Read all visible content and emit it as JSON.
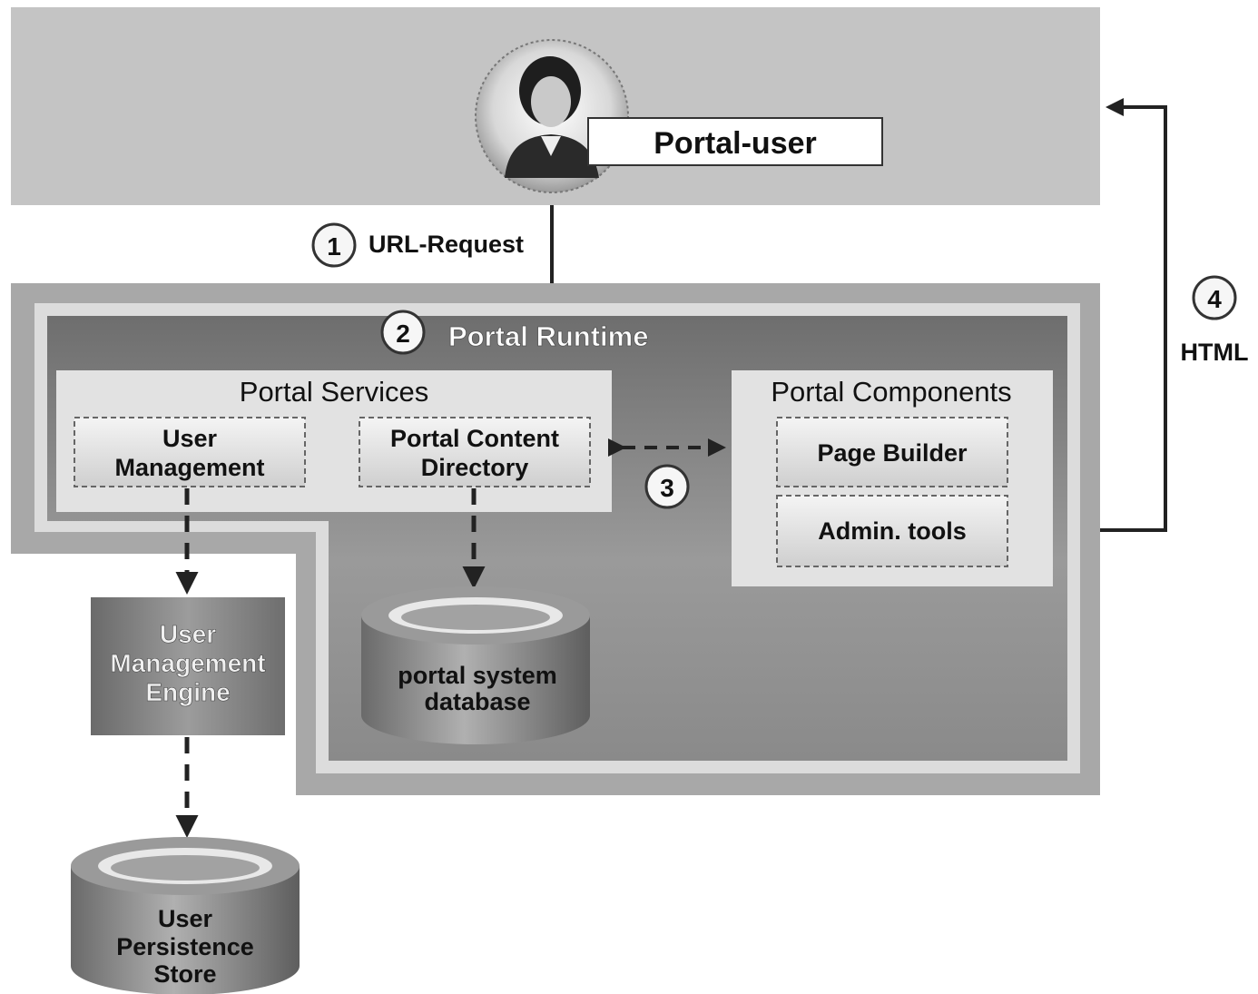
{
  "user_area": {
    "user_label": "Portal-user"
  },
  "steps": {
    "step1": {
      "number": "1",
      "label": "URL-Request"
    },
    "step2": {
      "number": "2",
      "label": "Portal Runtime"
    },
    "step3": {
      "number": "3"
    },
    "step4": {
      "number": "4",
      "label": "HTML"
    }
  },
  "portal_services": {
    "title": "Portal Services",
    "user_management": [
      "User",
      "Management"
    ],
    "portal_content_directory": [
      "Portal Content",
      "Directory"
    ]
  },
  "portal_components": {
    "title": "Portal Components",
    "page_builder": "Page Builder",
    "admin_tools": "Admin. tools"
  },
  "ume": {
    "lines": [
      "User",
      "Management",
      "Engine"
    ]
  },
  "portal_db": {
    "lines": [
      "portal system",
      "database"
    ]
  },
  "persistence_store": {
    "lines": [
      "User",
      "Persistence",
      "Store"
    ]
  }
}
